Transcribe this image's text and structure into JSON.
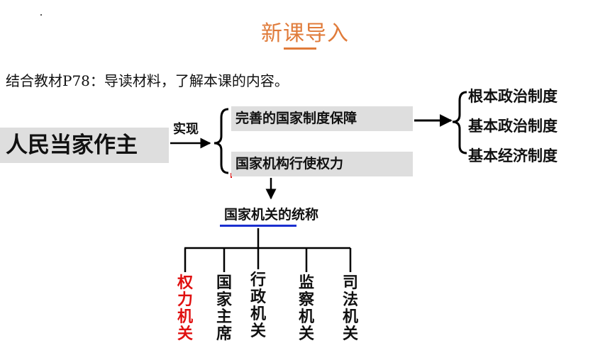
{
  "header": {
    "title": "新课导入"
  },
  "intro_text": "结合教材P78：导读材料，了解本课的内容。",
  "diagram": {
    "root": "人民当家作主",
    "connector_label": "实现",
    "branches": [
      "完善的国家制度保障",
      "国家机构行使权力"
    ],
    "systems": [
      "根本政治制度",
      "基本政治制度",
      "基本经济制度"
    ],
    "organs_label": "国家机关的统称",
    "organs": [
      "权力机关",
      "国家主席",
      "行政机关",
      "监察机关",
      "司法机关"
    ]
  },
  "colors": {
    "title": "#e07b3a",
    "highlight": "#e01010",
    "underline_blue": "#1a2fd0",
    "box_gray": "#dedede"
  }
}
